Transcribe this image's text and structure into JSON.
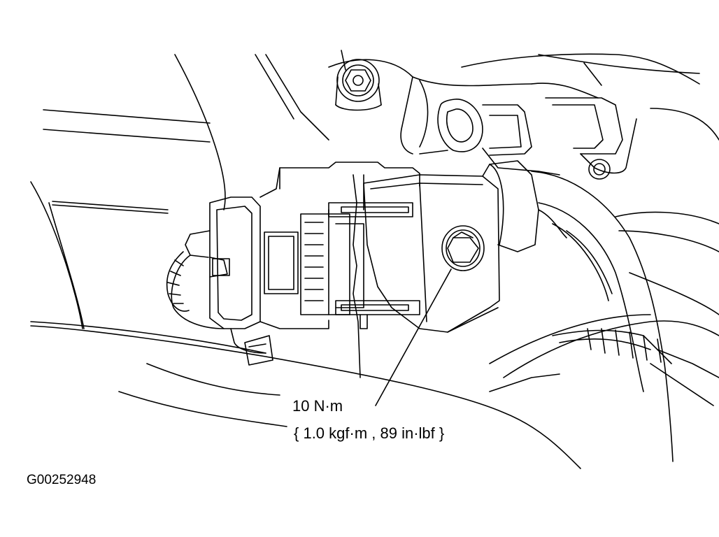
{
  "callout": {
    "torque_nm": "10 N·m",
    "torque_alt": "{ 1.0 kgf·m , 89 in·lbf }"
  },
  "figure_id": "G00252948"
}
